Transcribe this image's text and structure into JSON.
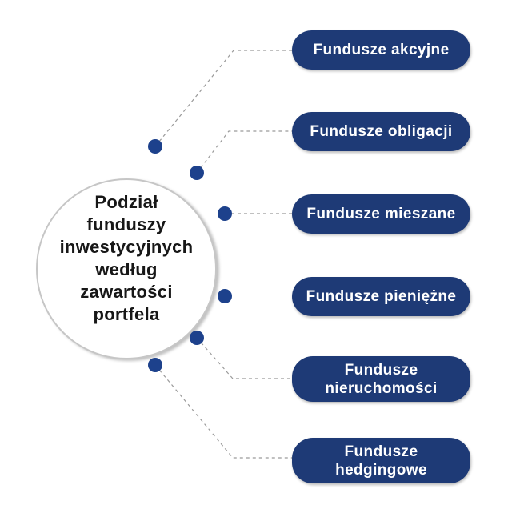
{
  "diagram": {
    "center": {
      "title": "Podział\nfunduszy\ninwestycyjnych\nwedług\nzawartości\nportfela"
    },
    "branches": [
      {
        "label": "Fundusze akcyjne"
      },
      {
        "label": "Fundusze obligacji"
      },
      {
        "label": "Fundusze mieszane"
      },
      {
        "label": "Fundusze pieniężne"
      },
      {
        "label": "Fundusze\nnieruchomości"
      },
      {
        "label": "Fundusze\nhedgingowe"
      }
    ],
    "colors": {
      "background": "#ffffff",
      "pill_fill": "#1e3a76",
      "pill_text": "#ffffff",
      "dot_fill": "#1d418c",
      "connector": "#9a9a9a",
      "circle_border": "#c6c6c6",
      "center_text": "#171717"
    }
  }
}
